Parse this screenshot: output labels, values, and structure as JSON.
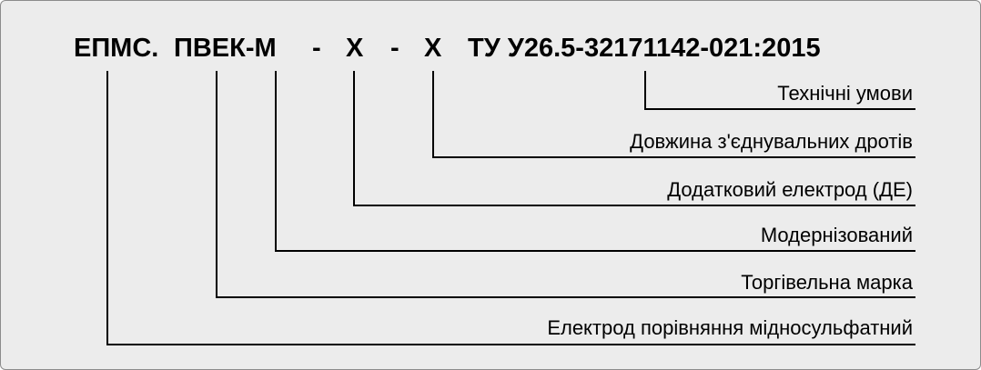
{
  "code": {
    "part1": "ЕПМС.",
    "part2": "ПВЕК-М",
    "dash1": "-",
    "x1": "X",
    "dash2": "-",
    "x2": "X",
    "spec": "ТУ У26.5-32171142-021:2015"
  },
  "labels": {
    "tech_conditions": "Технічні умови",
    "wire_length": "Довжина з'єднувальних дротів",
    "extra_electrode": "Додатковий електрод (ДЕ)",
    "modernized": "Модернізований",
    "trademark": "Торгівельна марка",
    "reference_electrode": "Електрод порівняння мідносульфатний"
  }
}
